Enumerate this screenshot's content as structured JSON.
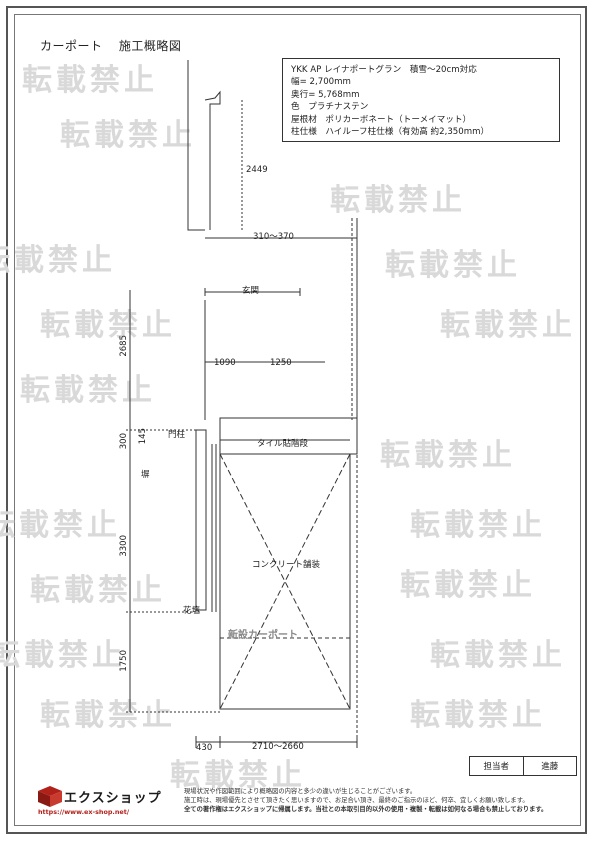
{
  "header": {
    "title_left": "カーポート",
    "title_right": "施工概略図"
  },
  "spec": {
    "line1": "YKK AP レイナポートグラン　積雪～20cm対応",
    "line2": "幅= 2,700mm",
    "line3": "奥行= 5,768mm",
    "line4": "色　プラチナステン",
    "line5": "屋根材　ポリカーボネート（トーメイマット）",
    "line6": "柱仕様　ハイルーフ柱仕様（有効高 約2,350mm）"
  },
  "watermark": {
    "text": "転載禁止"
  },
  "plan": {
    "dim_2449": "2449",
    "dim_310_370": "310～370",
    "label_entrance": "玄関",
    "dim_2685": "2685",
    "dim_1090": "1090",
    "dim_1250": "1250",
    "dim_300": "300",
    "dim_145": "145",
    "label_gate_post": "門柱",
    "label_tile_step": "タイル貼階段",
    "label_fence": "塀",
    "dim_3300": "3300",
    "label_concrete": "コンクリート舗装",
    "label_planter": "花壇",
    "label_new_carport": "新設カーポート",
    "dim_1750": "1750",
    "dim_430": "430",
    "dim_2710_2660": "2710～2660"
  },
  "footer": {
    "person_label": "担当者",
    "person_name": "進藤",
    "company_name": "エクスショップ",
    "company_url": "https://www.ex-shop.net/",
    "note1": "現場状況や作図範囲により概略図の内容と多少の違いが生じることがございます。",
    "note2": "施工時は、現場優先とさせて頂きたく思いますので、お足合い頂き、最終のご指示のほど、何卒、宜しくお願い致します。",
    "note3": "全ての著作権はエクスショップに帰属します。当社との本取引目的以外の使用・複製・転載は如何なる場合も禁止しております。"
  },
  "colors": {
    "watermark": "#d9d9d9",
    "logo_red": "#b2201a",
    "line": "#333333"
  }
}
